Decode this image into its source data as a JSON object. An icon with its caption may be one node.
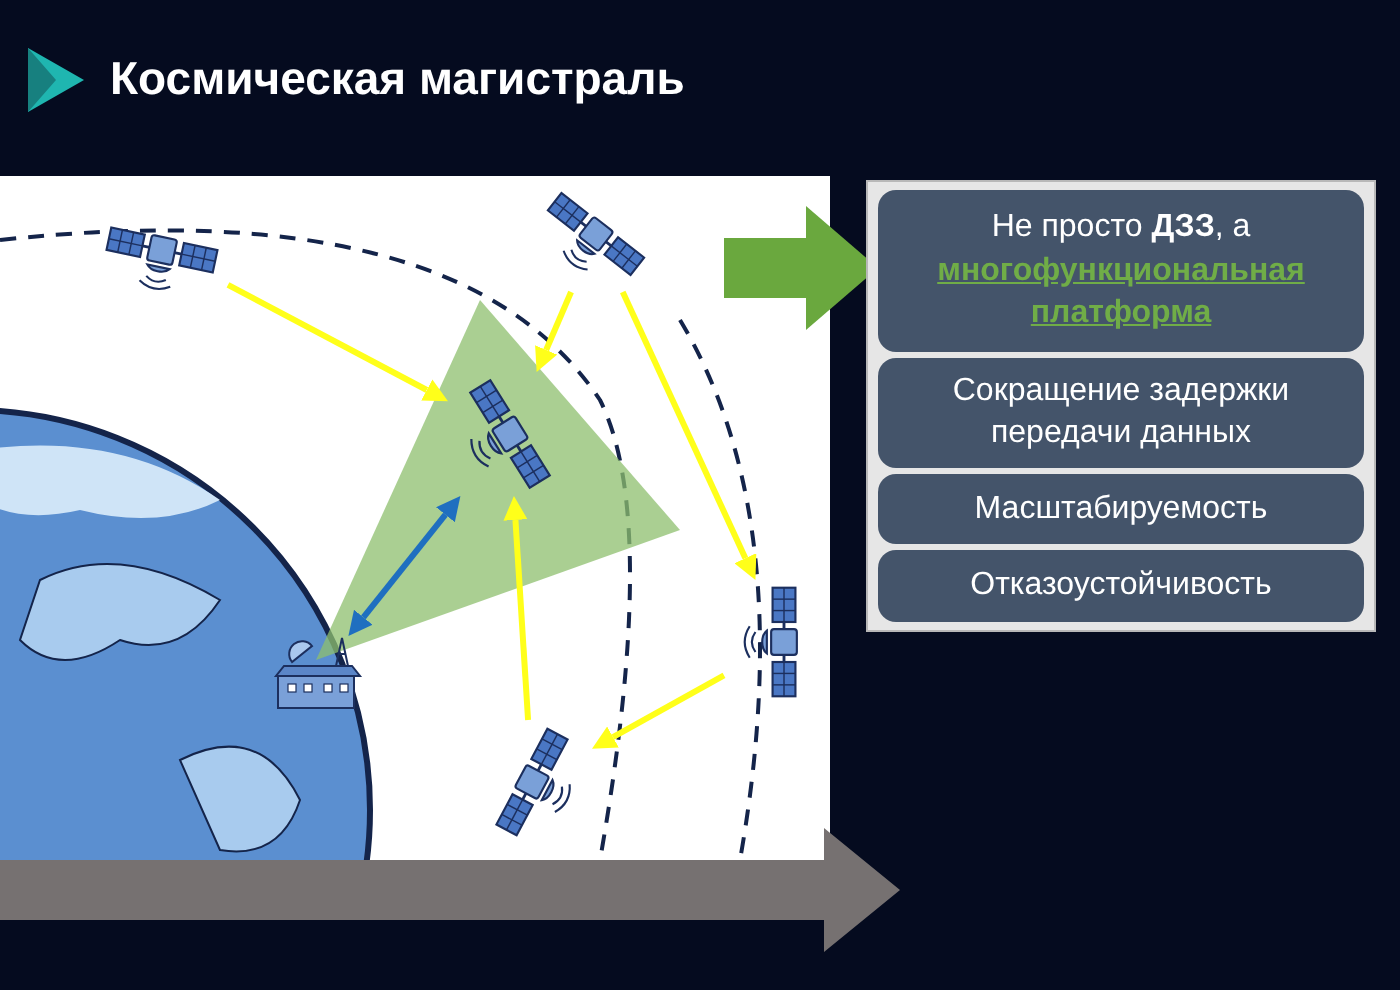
{
  "diagram": {
    "title": "Космическая магистраль",
    "nodes": [
      {
        "text": [],
        "shape": "picture"
      },
      {
        "text": [],
        "shape": "picture"
      },
      {
        "text": [],
        "shape": "picture"
      },
      {
        "text": [],
        "shape": "picture"
      },
      {
        "text": [],
        "shape": "picture"
      },
      {
        "text": [],
        "shape": "picture"
      },
      {
        "text": [],
        "shape": "box"
      },
      {
        "text": [
          "Не просто **ДЗЗ**, а **многофункциональная платформа**"
        ],
        "in": 6
      },
      {
        "text": [
          "Сокращение задержки передачи данных"
        ],
        "in": 6
      },
      {
        "text": [
          "Масштабируемость"
        ],
        "in": 6
      },
      {
        "text": [
          "Отказоустойчивость"
        ],
        "in": 6
      }
    ],
    "edges": [
      {
        "from": 0,
        "to": 2,
        "arrow": "to"
      },
      {
        "from": 1,
        "to": 2,
        "arrow": "to"
      },
      {
        "from": 1,
        "to": 3,
        "arrow": "to"
      },
      {
        "from": 3,
        "to": 4,
        "arrow": "to"
      },
      {
        "from": 4,
        "to": 2,
        "arrow": "to"
      },
      {
        "from": 5,
        "to": 2,
        "arrow": "both",
        "color": "#1f6fc0"
      },
      {
        "from": null,
        "to": 7,
        "arrow": "to",
        "style": "thick",
        "color": "#6aa83e"
      }
    ]
  }
}
